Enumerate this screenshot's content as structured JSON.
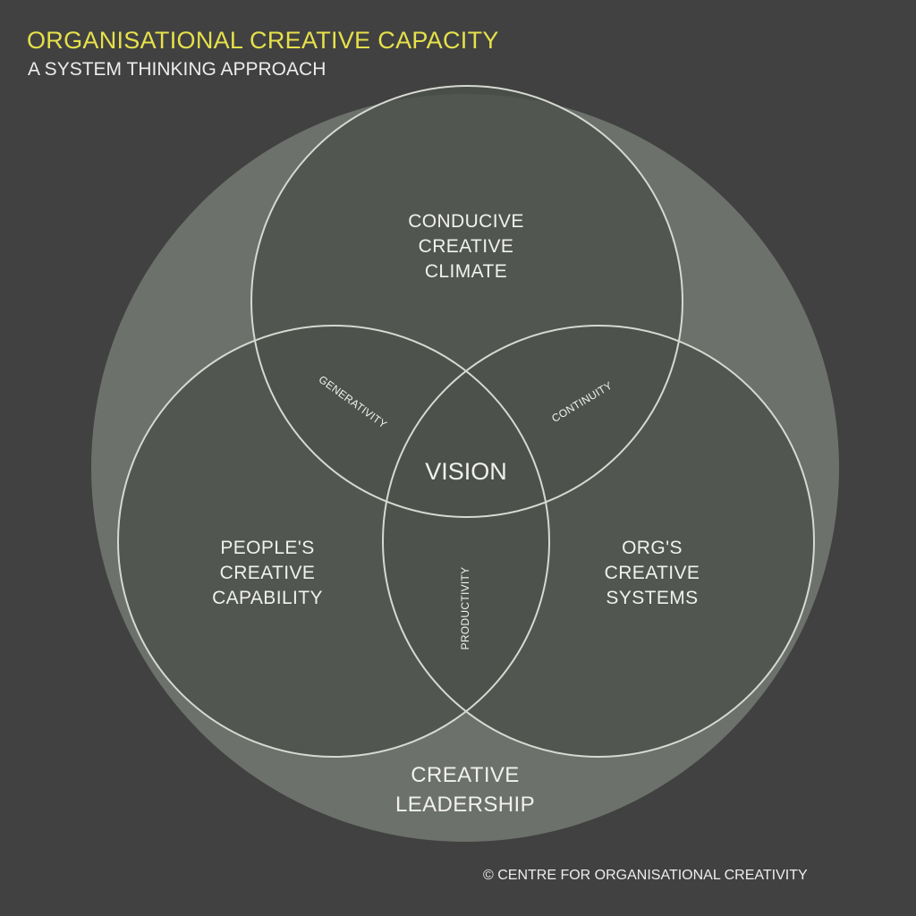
{
  "header": {
    "title": "ORGANISATIONAL CREATIVE CAPACITY",
    "subtitle": "A SYSTEM THINKING APPROACH"
  },
  "diagram": {
    "outer_circle": {
      "label_line1": "CREATIVE",
      "label_line2": "LEADERSHIP"
    },
    "top_circle": {
      "label_line1": "CONDUCIVE",
      "label_line2": "CREATIVE",
      "label_line3": "CLIMATE"
    },
    "left_circle": {
      "label_line1": "PEOPLE'S",
      "label_line2": "CREATIVE",
      "label_line3": "CAPABILITY"
    },
    "right_circle": {
      "label_line1": "ORG'S",
      "label_line2": "CREATIVE",
      "label_line3": "SYSTEMS"
    },
    "overlaps": {
      "top_left": "GENERATIVITY",
      "top_right": "CONTINUITY",
      "left_right": "PRODUCTIVITY",
      "center": "VISION"
    }
  },
  "footer": {
    "copyright": "© CENTRE FOR ORGANISATIONAL CREATIVITY"
  },
  "colors": {
    "background": "#414141",
    "outer_circle": "#6d716b",
    "inner_circle": "#4c514b",
    "circle_stroke": "#d6d9d2",
    "title": "#e6e14a",
    "text": "#f1f1ef"
  }
}
